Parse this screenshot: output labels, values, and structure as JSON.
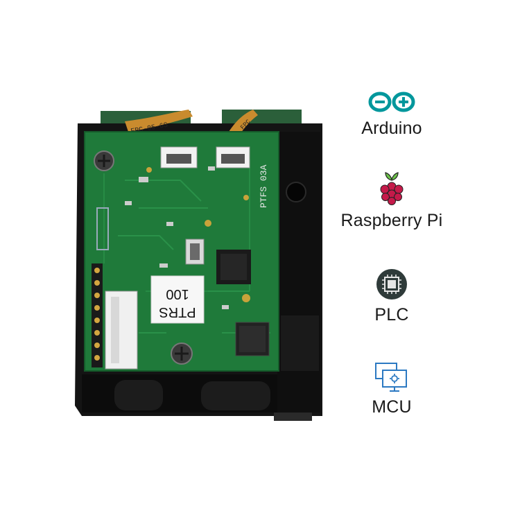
{
  "product": {
    "pcb_label": "PTFS 03A",
    "sticker_line1": "PTRS",
    "sticker_line2": "100",
    "flex_label": "FPC-05-6S",
    "flex_label_2": "FPC"
  },
  "compatibility": [
    {
      "label": "Arduino",
      "icon": "arduino-logo-icon",
      "color": "#00979c"
    },
    {
      "label": "Raspberry Pi",
      "icon": "raspberry-pi-logo-icon",
      "color": "#c51a4a"
    },
    {
      "label": "PLC",
      "icon": "chip-icon",
      "color": "#3a3a3a"
    },
    {
      "label": "MCU",
      "icon": "computer-monitor-icon",
      "color": "#2b79c2"
    }
  ]
}
